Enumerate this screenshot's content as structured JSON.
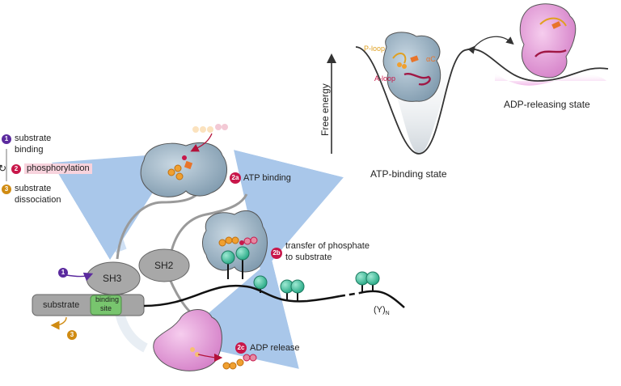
{
  "legend": {
    "steps": [
      {
        "num": "1",
        "text_l1": "substrate",
        "text_l2": "binding",
        "color": "#5b2a9e"
      },
      {
        "num": "2",
        "text_l1": "phosphorylation",
        "text_l2": "",
        "color": "#c8174a"
      },
      {
        "num": "3",
        "text_l1": "substrate",
        "text_l2": "dissociation",
        "color": "#d08b12"
      }
    ],
    "cycle_symbol": "↻"
  },
  "cycle": {
    "step_2a": {
      "tag": "2a",
      "label": "ATP binding"
    },
    "step_2b": {
      "tag": "2b",
      "label_l1": "transfer of phosphate",
      "label_l2": "to substrate"
    },
    "step_2c": {
      "tag": "2c",
      "label": "ADP release"
    },
    "marker_1": "1",
    "marker_3": "3"
  },
  "domains": {
    "sh3": "SH3",
    "sh2": "SH2",
    "substrate": "substrate",
    "binding_site_l1": "binding",
    "binding_site_l2": "site"
  },
  "chain_label": "(Y)",
  "chain_subscript": "N",
  "energy": {
    "ylabel": "Free energy",
    "well_left_label": "ATP-binding state",
    "well_right_label": "ADP-releasing state",
    "ploop": "P-loop",
    "aloop": "A-loop",
    "alphac": "αC"
  },
  "colors": {
    "kinase_blue": "#8fa8bb",
    "kinase_pink": "#e59ad8",
    "teal": "#3ec7a4",
    "magenta": "#c8174a",
    "orange": "#f0a030",
    "purple": "#5b2a9e",
    "gold": "#d08b12",
    "green": "#6ec46a"
  }
}
